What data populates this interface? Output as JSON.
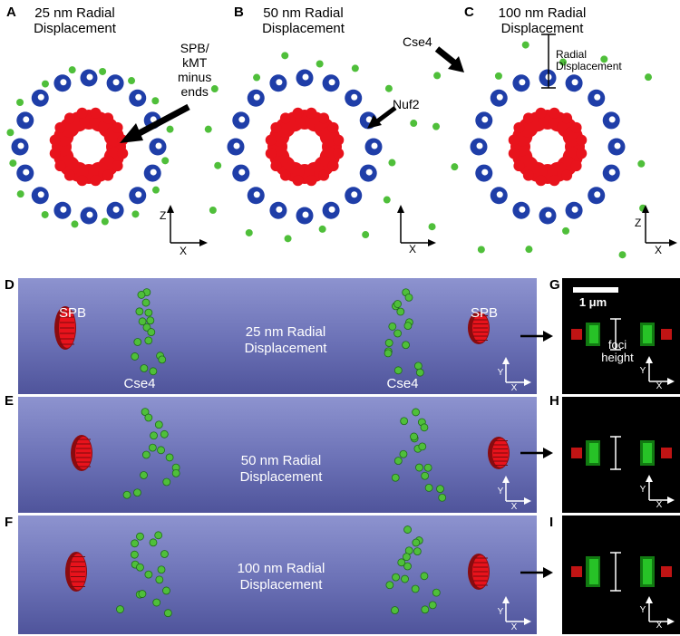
{
  "panels": {
    "A": {
      "letter": "A",
      "title": "25 nm Radial\nDisplacement",
      "annotation": "SPB/\nkMT\nminus\nends"
    },
    "B": {
      "letter": "B",
      "title": "50 nm Radial\nDisplacement",
      "annotation": "Nuf2"
    },
    "C": {
      "letter": "C",
      "title": "100 nm Radial\nDisplacement",
      "annotation_cse4": "Cse4",
      "annotation_rd": "Radial\nDisplacement"
    },
    "D": {
      "letter": "D",
      "label": "25 nm Radial\nDisplacement",
      "spb_left": "SPB",
      "spb_right": "SPB",
      "cse4_left": "Cse4",
      "cse4_right": "Cse4"
    },
    "E": {
      "letter": "E",
      "label": "50 nm Radial\nDisplacement"
    },
    "F": {
      "letter": "F",
      "label": "100 nm Radial\nDisplacement"
    },
    "G": {
      "letter": "G",
      "scalebar": "1 μm",
      "foci": "foci\nheight"
    },
    "H": {
      "letter": "H"
    },
    "I": {
      "letter": "I"
    }
  },
  "axes": {
    "z": "Z",
    "x": "X",
    "y": "Y"
  },
  "colors": {
    "blue": "#1f3ea8",
    "red": "#e8131c",
    "green": "#4fbf3a",
    "sim_bg": "#6b71b6"
  }
}
